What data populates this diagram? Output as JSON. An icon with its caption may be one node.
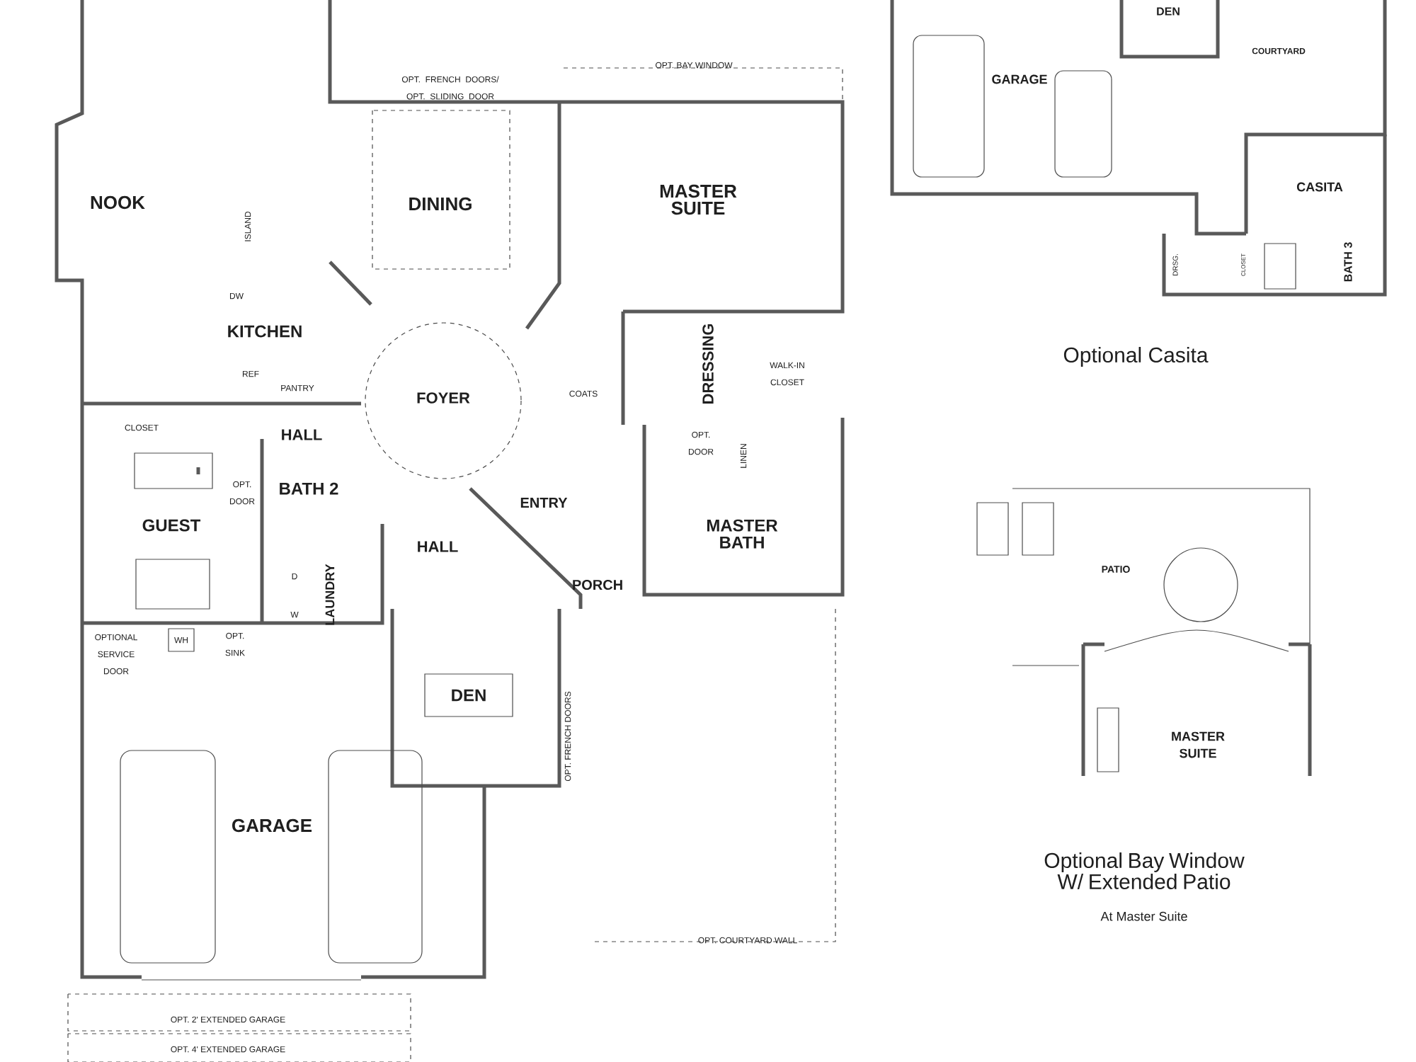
{
  "diagram": {
    "labels": [
      "OPT. FRENCH DOORS/ OPT. SLIDING DOOR",
      "OPT. BAY WINDOW",
      "NOOK",
      "DINING",
      "MASTER SUITE",
      "ISLAND",
      "DW",
      "KITCHEN",
      "REF",
      "PANTRY",
      "DRESSING",
      "WALK-IN CLOSET",
      "FOYER",
      "COATS",
      "CLOSET",
      "HALL",
      "OPT. DOOR",
      "BATH 2",
      "OPT. DOOR",
      "LINEN",
      "GUEST",
      "ENTRY",
      "MASTER BATH",
      "HALL",
      "D",
      "W",
      "LAUNDRY",
      "PORCH",
      "OPTIONAL SERVICE DOOR",
      "WH",
      "OPT. SINK",
      "DEN",
      "OPT. FRENCH DOORS",
      "GARAGE",
      "OPT. COURTYARD WALL",
      "OPT. 2' EXTENDED GARAGE",
      "OPT. 4' EXTENDED GARAGE",
      "DEN",
      "COURTYARD",
      "GARAGE",
      "CASITA",
      "DRSG.",
      "CLOSET",
      "BATH 3",
      "Optional Casita",
      "PATIO",
      "MASTER SUITE",
      "Optional Bay Window W/ Extended Patio",
      "At Master Suite"
    ]
  }
}
